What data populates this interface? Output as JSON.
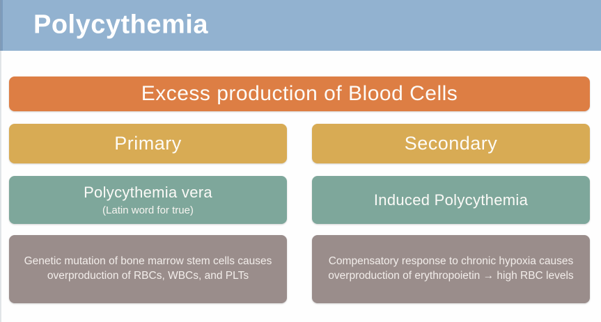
{
  "header": {
    "title": "Polycythemia"
  },
  "root": {
    "label": "Excess production of Blood Cells"
  },
  "left_column": {
    "branch_label": "Primary",
    "type_label": "Polycythemia vera",
    "type_note": "(Latin word for true)",
    "description": "Genetic mutation of bone marrow stem cells causes overproduction of RBCs, WBCs, and PLTs"
  },
  "right_column": {
    "branch_label": "Secondary",
    "type_label": "Induced Polycythemia",
    "description": "Compensatory response to chronic hypoxia causes overproduction of erythropoietin → high RBC levels"
  },
  "colors": {
    "header_bg": "#92b2d0",
    "header_stripe": "#7c9cbe",
    "root_box_bg": "#dd7e44",
    "branch_box_bg": "#d8ab54",
    "type_box_bg": "#7ea79b",
    "description_box_bg": "#9a8d8b",
    "text": "#ffffff"
  }
}
